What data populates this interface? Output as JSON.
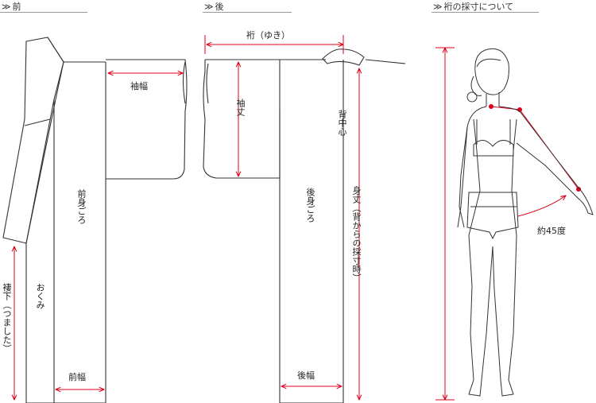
{
  "headers": {
    "mark": "≫",
    "front": "前",
    "back": "後",
    "yuki": "裄の採寸について"
  },
  "front": {
    "sleeve_width": "袖幅",
    "mae_migoro": "前身ごろ",
    "okumi": "おくみ",
    "tsumashita": "褄下（つました）",
    "maehaba": "前幅"
  },
  "back": {
    "yuki": "裄（ゆき）",
    "sode_take": "袖丈",
    "sechuushin": "背中心",
    "ushiro_migoro": "後身ごろ",
    "mitake": "身丈（背からの採寸時）",
    "ushirohaba": "後幅"
  },
  "figure": {
    "angle": "約45度"
  },
  "colors": {
    "outline": "#333333",
    "measure": "#e0001b",
    "header_line": "#999999"
  }
}
